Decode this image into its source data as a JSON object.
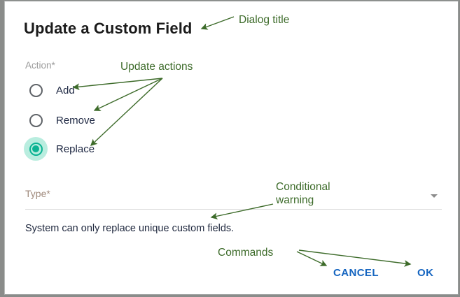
{
  "dialog": {
    "title": "Update a Custom Field",
    "action_group": {
      "label": "Action*",
      "options": [
        {
          "label": "Add",
          "selected": false
        },
        {
          "label": "Remove",
          "selected": false
        },
        {
          "label": "Replace",
          "selected": true
        }
      ]
    },
    "type_field": {
      "label": "Type*",
      "value": "",
      "caret_icon": "chevron-down-icon"
    },
    "warning": "System can only replace unique custom fields.",
    "commands": {
      "cancel_label": "CANCEL",
      "ok_label": "OK"
    }
  },
  "annotations": {
    "title": "Dialog title",
    "actions": "Update actions",
    "warning_line1": "Conditional",
    "warning_line2": "warning",
    "commands": "Commands"
  },
  "colors": {
    "accent_teal": "#0bb393",
    "accent_teal_halo": "#b9eddf",
    "command_blue": "#1565c0",
    "annotation_green": "#3d6b2a",
    "label_grey": "#9b9b9b",
    "frame_grey": "#8a8c8a"
  }
}
